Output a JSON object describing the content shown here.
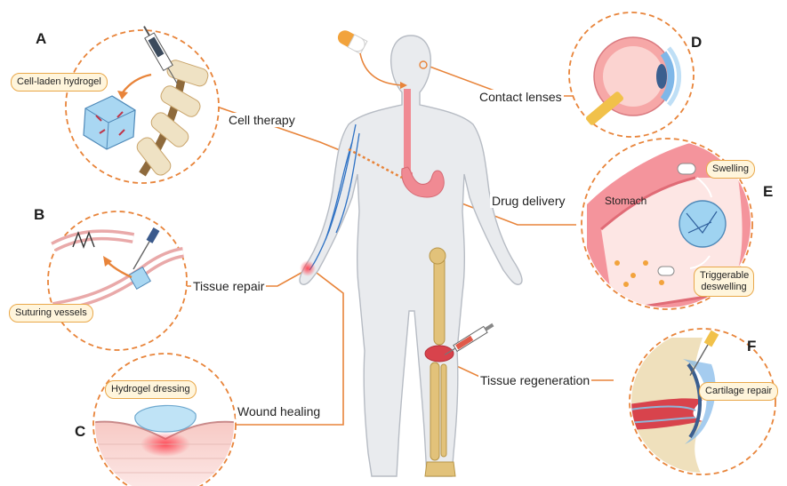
{
  "panels": {
    "a": {
      "letter": "A",
      "label": "Cell-laden hydrogel"
    },
    "b": {
      "letter": "B",
      "label": "Suturing vessels"
    },
    "c": {
      "letter": "C",
      "label": "Hydrogel dressing"
    },
    "d": {
      "letter": "D"
    },
    "e": {
      "letter": "E",
      "organ": "Stomach",
      "state1": "Swelling",
      "state2": "Triggerable deswelling"
    },
    "f": {
      "letter": "F",
      "label": "Cartilage repair"
    }
  },
  "callouts": {
    "cell_therapy": "Cell therapy",
    "tissue_repair": "Tissue repair",
    "wound_healing": "Wound healing",
    "contact_lenses": "Contact lenses",
    "drug_delivery": "Drug delivery",
    "tissue_regeneration": "Tissue regeneration"
  },
  "colors": {
    "dashed_circle": "#e8843a",
    "connector": "#e8843a",
    "pill_fill": "#fff5dc",
    "pill_border": "#e9a84a",
    "body": "#e9ebee",
    "body_outline": "#b7bcc4",
    "stomach": "#f08a93",
    "bone": "#e2c27a",
    "vein": "#2f72c4"
  },
  "icons": [
    "capsule-icon",
    "syringe-icon",
    "eye-icon",
    "stomach-icon",
    "hydrogel-cube-icon",
    "vessel-icon",
    "skin-icon",
    "knee-joint-icon"
  ]
}
